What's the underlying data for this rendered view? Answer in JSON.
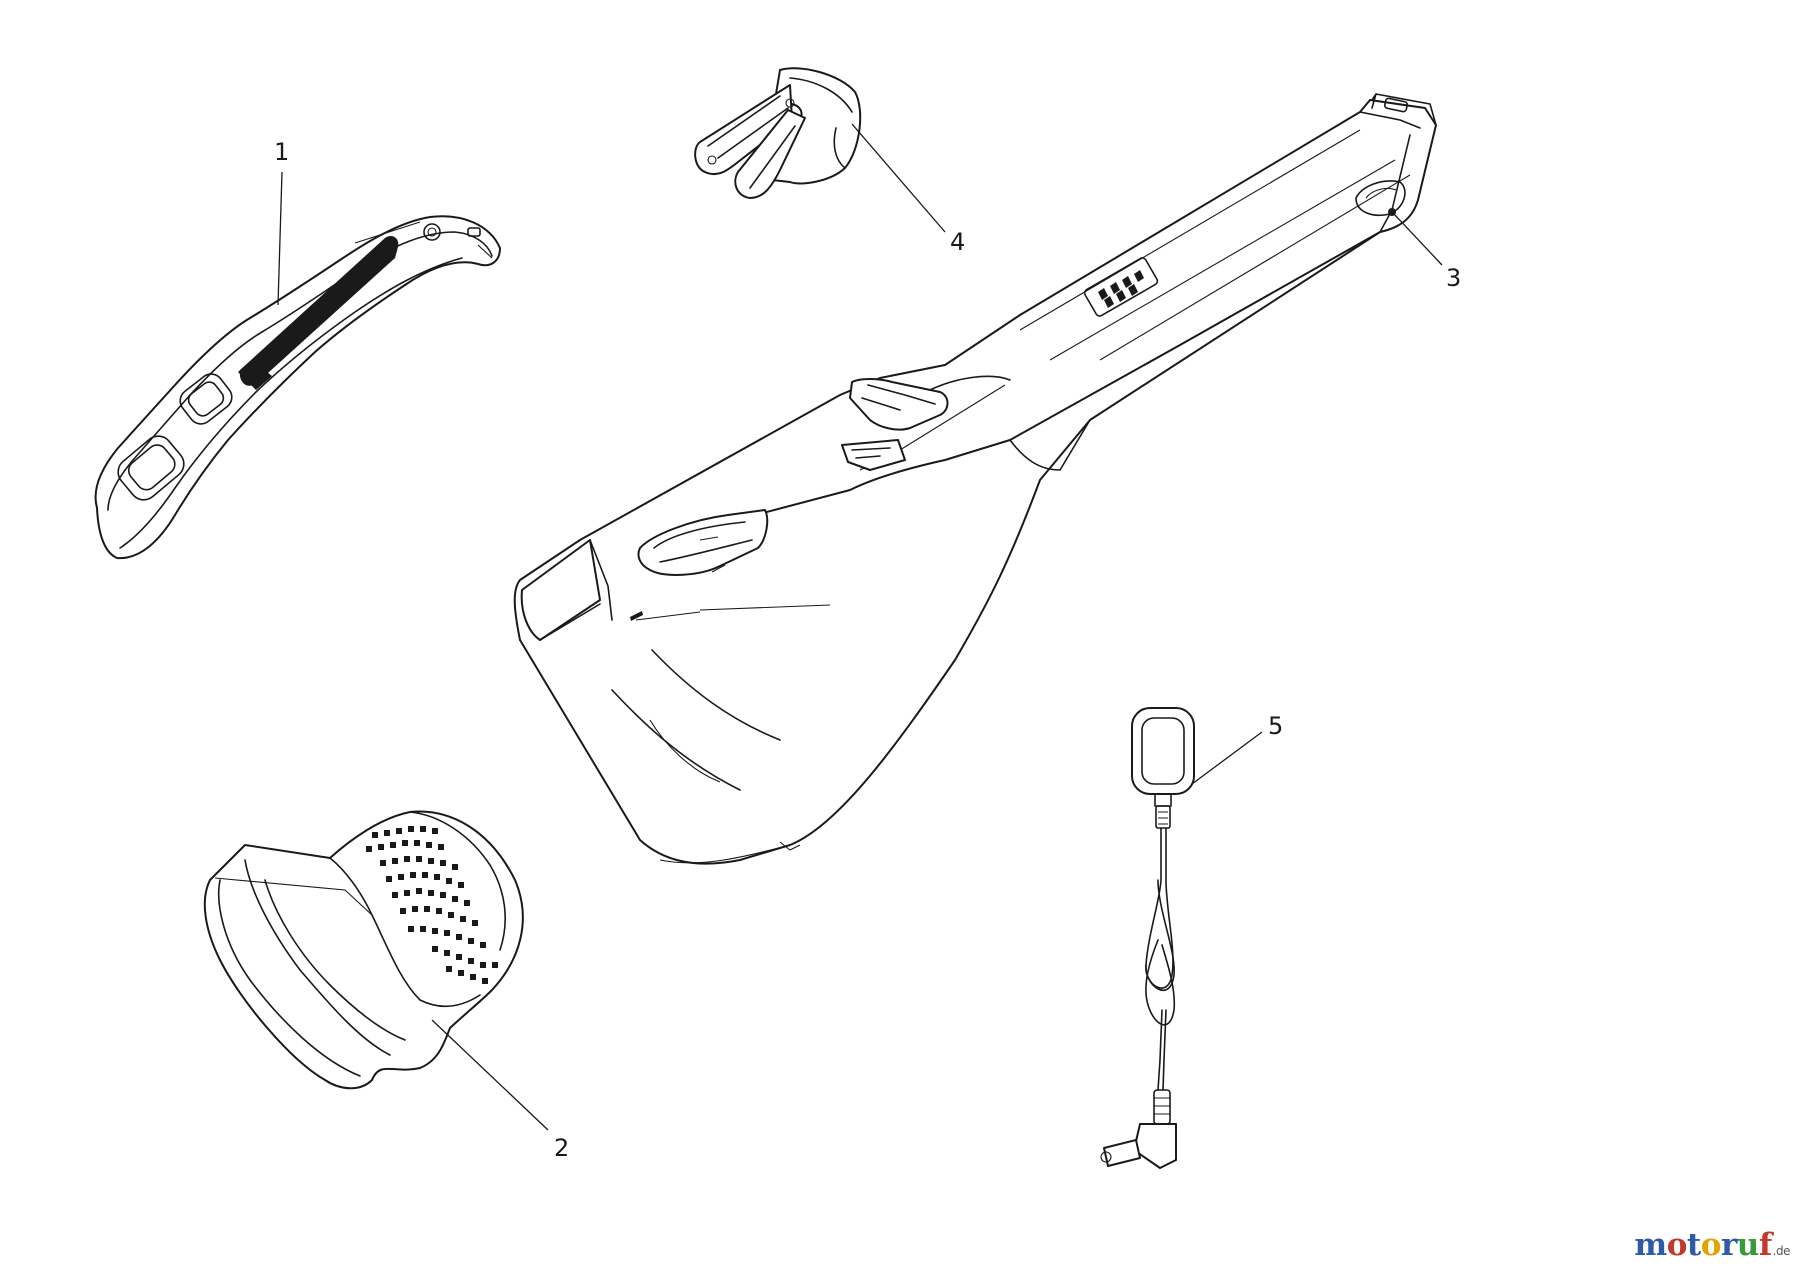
{
  "callouts": [
    {
      "id": "1",
      "label": "1",
      "part": "side-panel-cover"
    },
    {
      "id": "2",
      "label": "2",
      "part": "filter"
    },
    {
      "id": "3",
      "label": "3",
      "part": "screw"
    },
    {
      "id": "4",
      "label": "4",
      "part": "bracket-clip"
    },
    {
      "id": "5",
      "label": "5",
      "part": "charger-adapter"
    }
  ],
  "watermark": {
    "letters": [
      {
        "char": "m",
        "color": "#2e5aa8"
      },
      {
        "char": "o",
        "color": "#c0392b"
      },
      {
        "char": "t",
        "color": "#2e5aa8"
      },
      {
        "char": "o",
        "color": "#e2a400"
      },
      {
        "char": "r",
        "color": "#2e5aa8"
      },
      {
        "char": "u",
        "color": "#3a9a3a"
      },
      {
        "char": "f",
        "color": "#c0392b"
      }
    ],
    "tld": ".de"
  },
  "colors": {
    "line": "#1a1a1a",
    "background": "#ffffff"
  }
}
